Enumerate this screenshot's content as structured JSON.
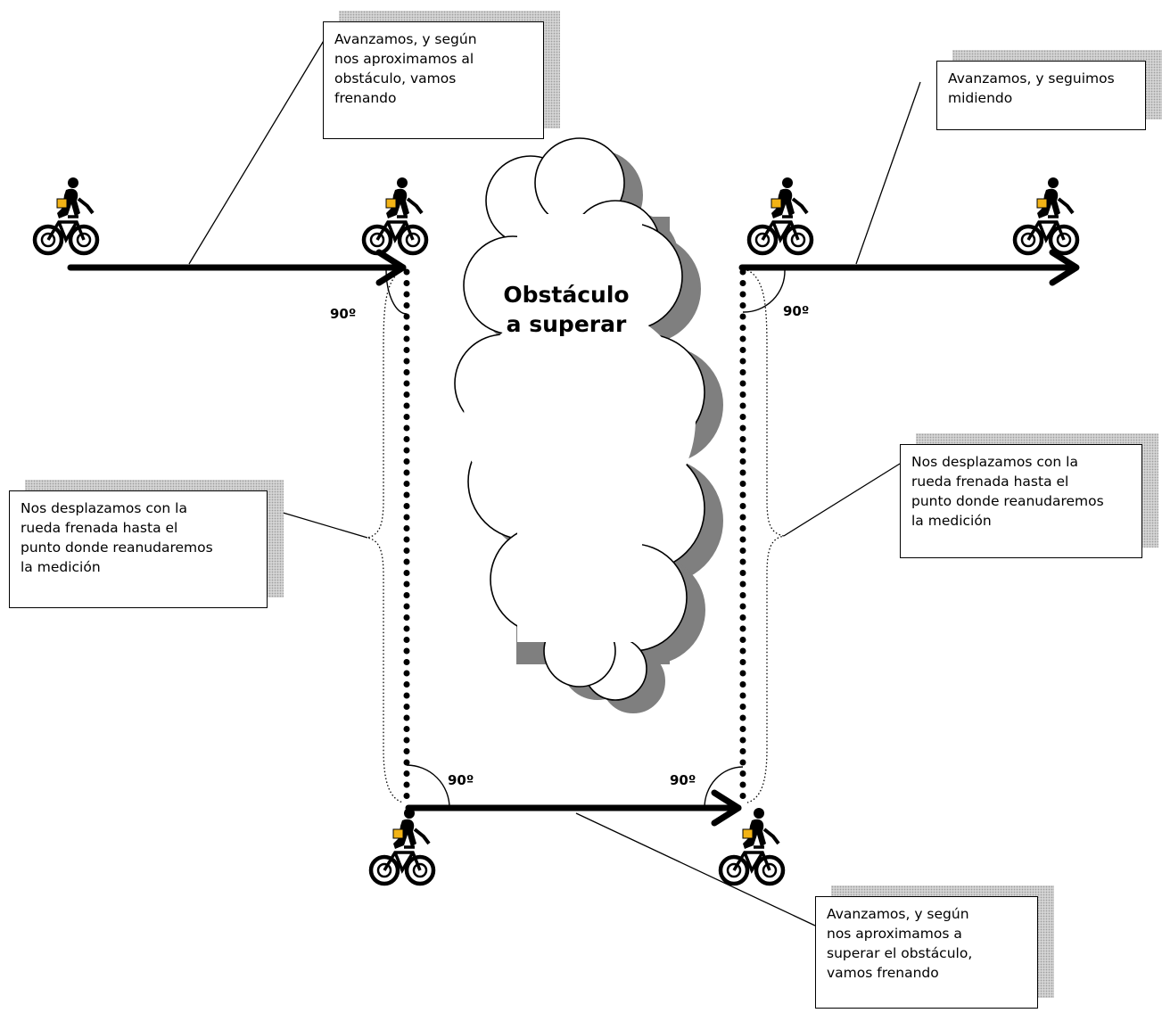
{
  "obstacle": {
    "line1": "Obstáculo",
    "line2": "a superar"
  },
  "angles": {
    "top_left": "90º",
    "top_right": "90º",
    "bottom_left": "90º",
    "bottom_right": "90º"
  },
  "callouts": {
    "top_left": {
      "lines": [
        "Avanzamos, y según",
        "nos aproximamos al",
        "obstáculo, vamos",
        "frenando"
      ]
    },
    "top_right": {
      "lines": [
        "Avanzamos, y seguimos",
        "midiendo"
      ]
    },
    "mid_left": {
      "lines": [
        "Nos desplazamos con la",
        "rueda frenada hasta el",
        "punto donde reanudaremos",
        "la medición"
      ]
    },
    "mid_right": {
      "lines": [
        "Nos desplazamos con la",
        "rueda frenada hasta el",
        "punto donde reanudaremos",
        "la medición"
      ]
    },
    "bottom": {
      "lines": [
        "Avanzamos, y según",
        "nos aproximamos a",
        "superar el obstáculo,",
        "vamos frenando"
      ]
    }
  },
  "colors": {
    "ink": "#000000",
    "cloud_shadow": "#7f7f7f",
    "cyclist_bag": "#f2b316",
    "callout_shadow": "#d4d4d4"
  },
  "icons": [
    "cyclist-icon",
    "cloud-shape",
    "arrow-icon"
  ]
}
